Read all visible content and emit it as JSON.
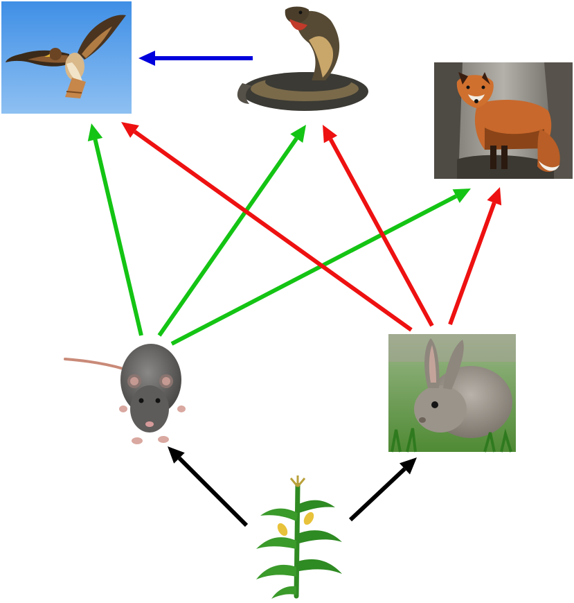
{
  "organisms": [
    {
      "id": "hawk",
      "icon": "hawk-icon"
    },
    {
      "id": "snake",
      "icon": "snake-icon"
    },
    {
      "id": "fox",
      "icon": "fox-icon"
    },
    {
      "id": "rat",
      "icon": "rat-icon"
    },
    {
      "id": "rabbit",
      "icon": "rabbit-icon"
    },
    {
      "id": "corn",
      "icon": "corn-plant-icon"
    }
  ],
  "links": [
    {
      "from": "snake",
      "to": "hawk",
      "color": "#0000dd"
    },
    {
      "from": "rat",
      "to": "hawk",
      "color": "#14c414"
    },
    {
      "from": "rat",
      "to": "snake",
      "color": "#14c414"
    },
    {
      "from": "rat",
      "to": "fox",
      "color": "#14c414"
    },
    {
      "from": "rabbit",
      "to": "hawk",
      "color": "#ee1111"
    },
    {
      "from": "rabbit",
      "to": "snake",
      "color": "#ee1111"
    },
    {
      "from": "rabbit",
      "to": "fox",
      "color": "#ee1111"
    },
    {
      "from": "corn",
      "to": "rat",
      "color": "#000000"
    },
    {
      "from": "corn",
      "to": "rabbit",
      "color": "#000000"
    }
  ]
}
